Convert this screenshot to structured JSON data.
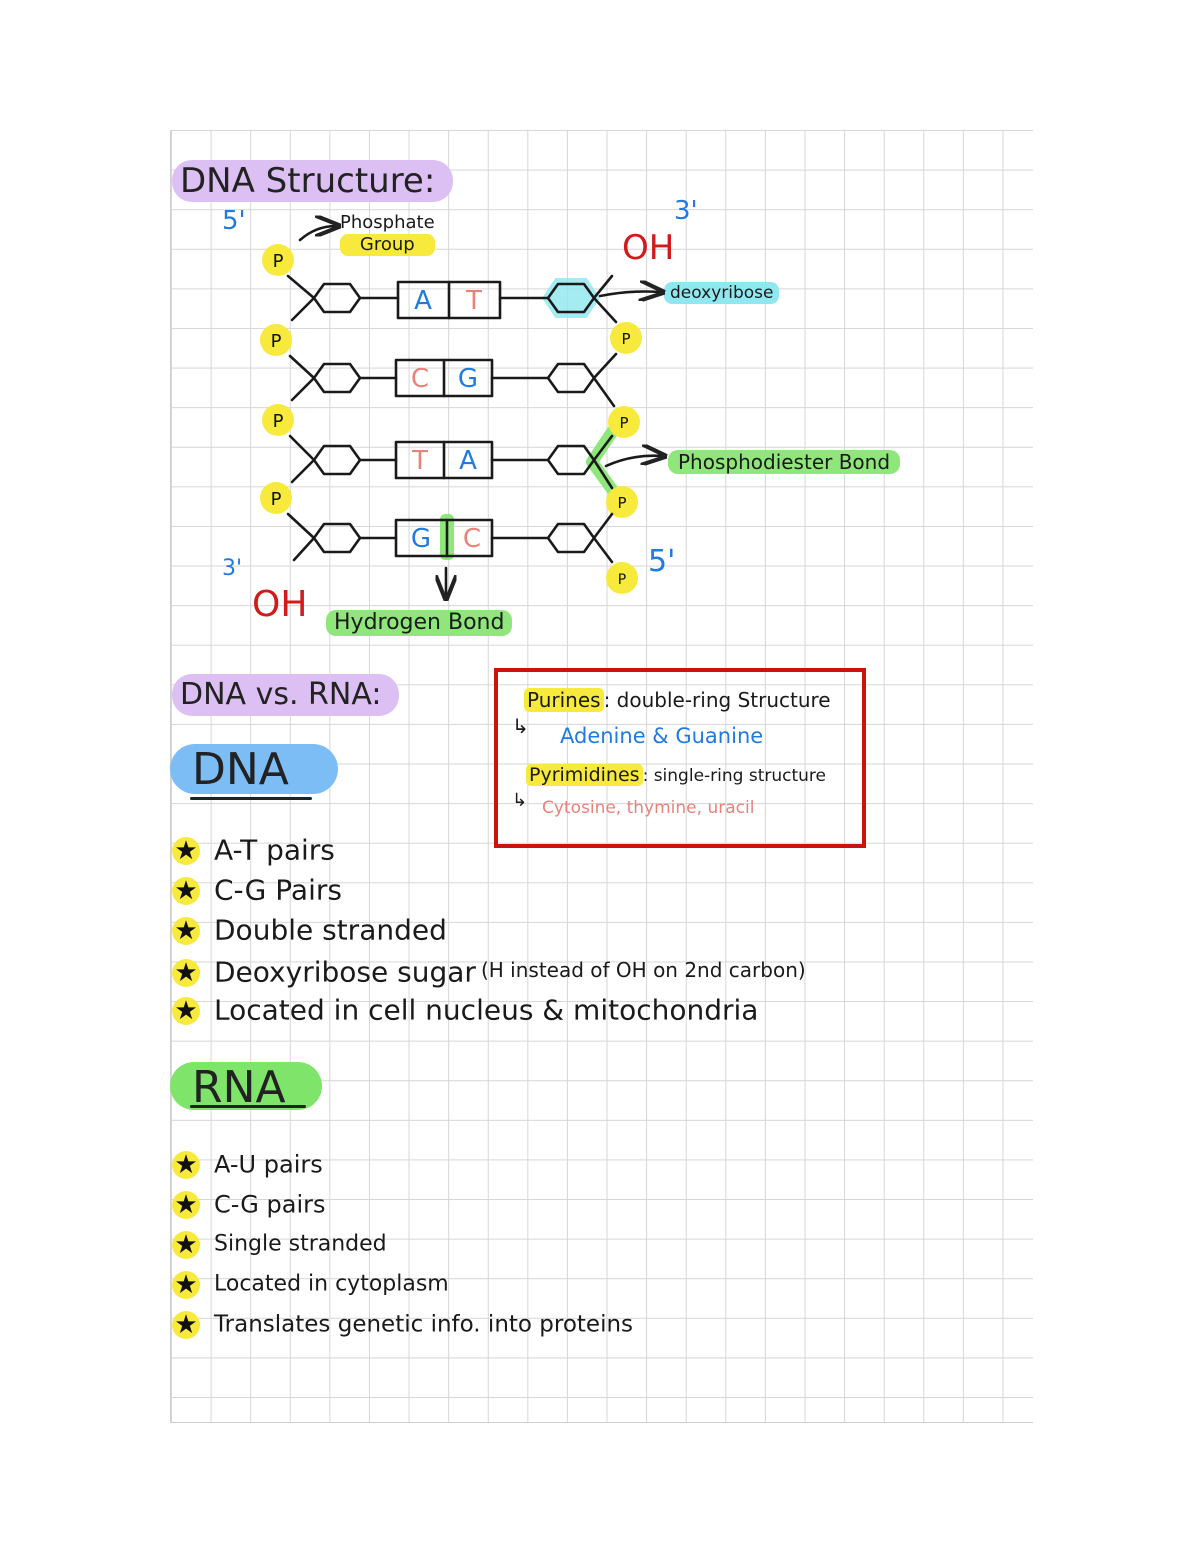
{
  "structure": {
    "title": "DNA Structure:",
    "five_prime_left": "5'",
    "three_prime_right": "3'",
    "three_prime_left": "3'",
    "five_prime_right": "5'",
    "oh_top": "OH",
    "oh_bottom": "OH",
    "phosphate_label_line1": "Phosphate",
    "phosphate_label_line2": "Group",
    "deoxyribose_label": "deoxyribose",
    "phosphodiester_label": "Phosphodiester Bond",
    "hydrogen_label": "Hydrogen Bond",
    "phosphate_symbol": "P",
    "pairs": [
      {
        "left": "A",
        "right": "T"
      },
      {
        "left": "C",
        "right": "G"
      },
      {
        "left": "T",
        "right": "A"
      },
      {
        "left": "G",
        "right": "C"
      }
    ]
  },
  "comparison": {
    "title": "DNA vs. RNA:",
    "box": {
      "purines": "Purines",
      "purines_desc": ": double-ring Structure",
      "purines_list": "Adenine & Guanine",
      "pyrimidines": "Pyrimidines",
      "pyrimidines_desc": ": single-ring structure",
      "pyrimidines_list": "Cytosine, thymine, uracil"
    }
  },
  "dna": {
    "heading": "DNA",
    "bullets": [
      "A-T pairs",
      "C-G Pairs",
      "Double stranded",
      "Deoxyribose sugar",
      "Located in cell nucleus & mitochondria"
    ],
    "sugar_note": "(H instead of OH on 2nd carbon)"
  },
  "rna": {
    "heading": "RNA",
    "bullets": [
      "A-U pairs",
      "C-G pairs",
      "Single stranded",
      "Located in cytoplasm",
      "Translates genetic info. into proteins"
    ]
  },
  "colors": {
    "purple": "#dcc0f3",
    "blue_pill": "#7cbdf6",
    "green_pill": "#7ee56a",
    "yellow": "#f7ea3c",
    "green_hl": "#8fe67a",
    "cyan_hl": "#8fe8f0",
    "box_red": "#cc1111"
  },
  "icons": {
    "bullet": "star-icon"
  }
}
